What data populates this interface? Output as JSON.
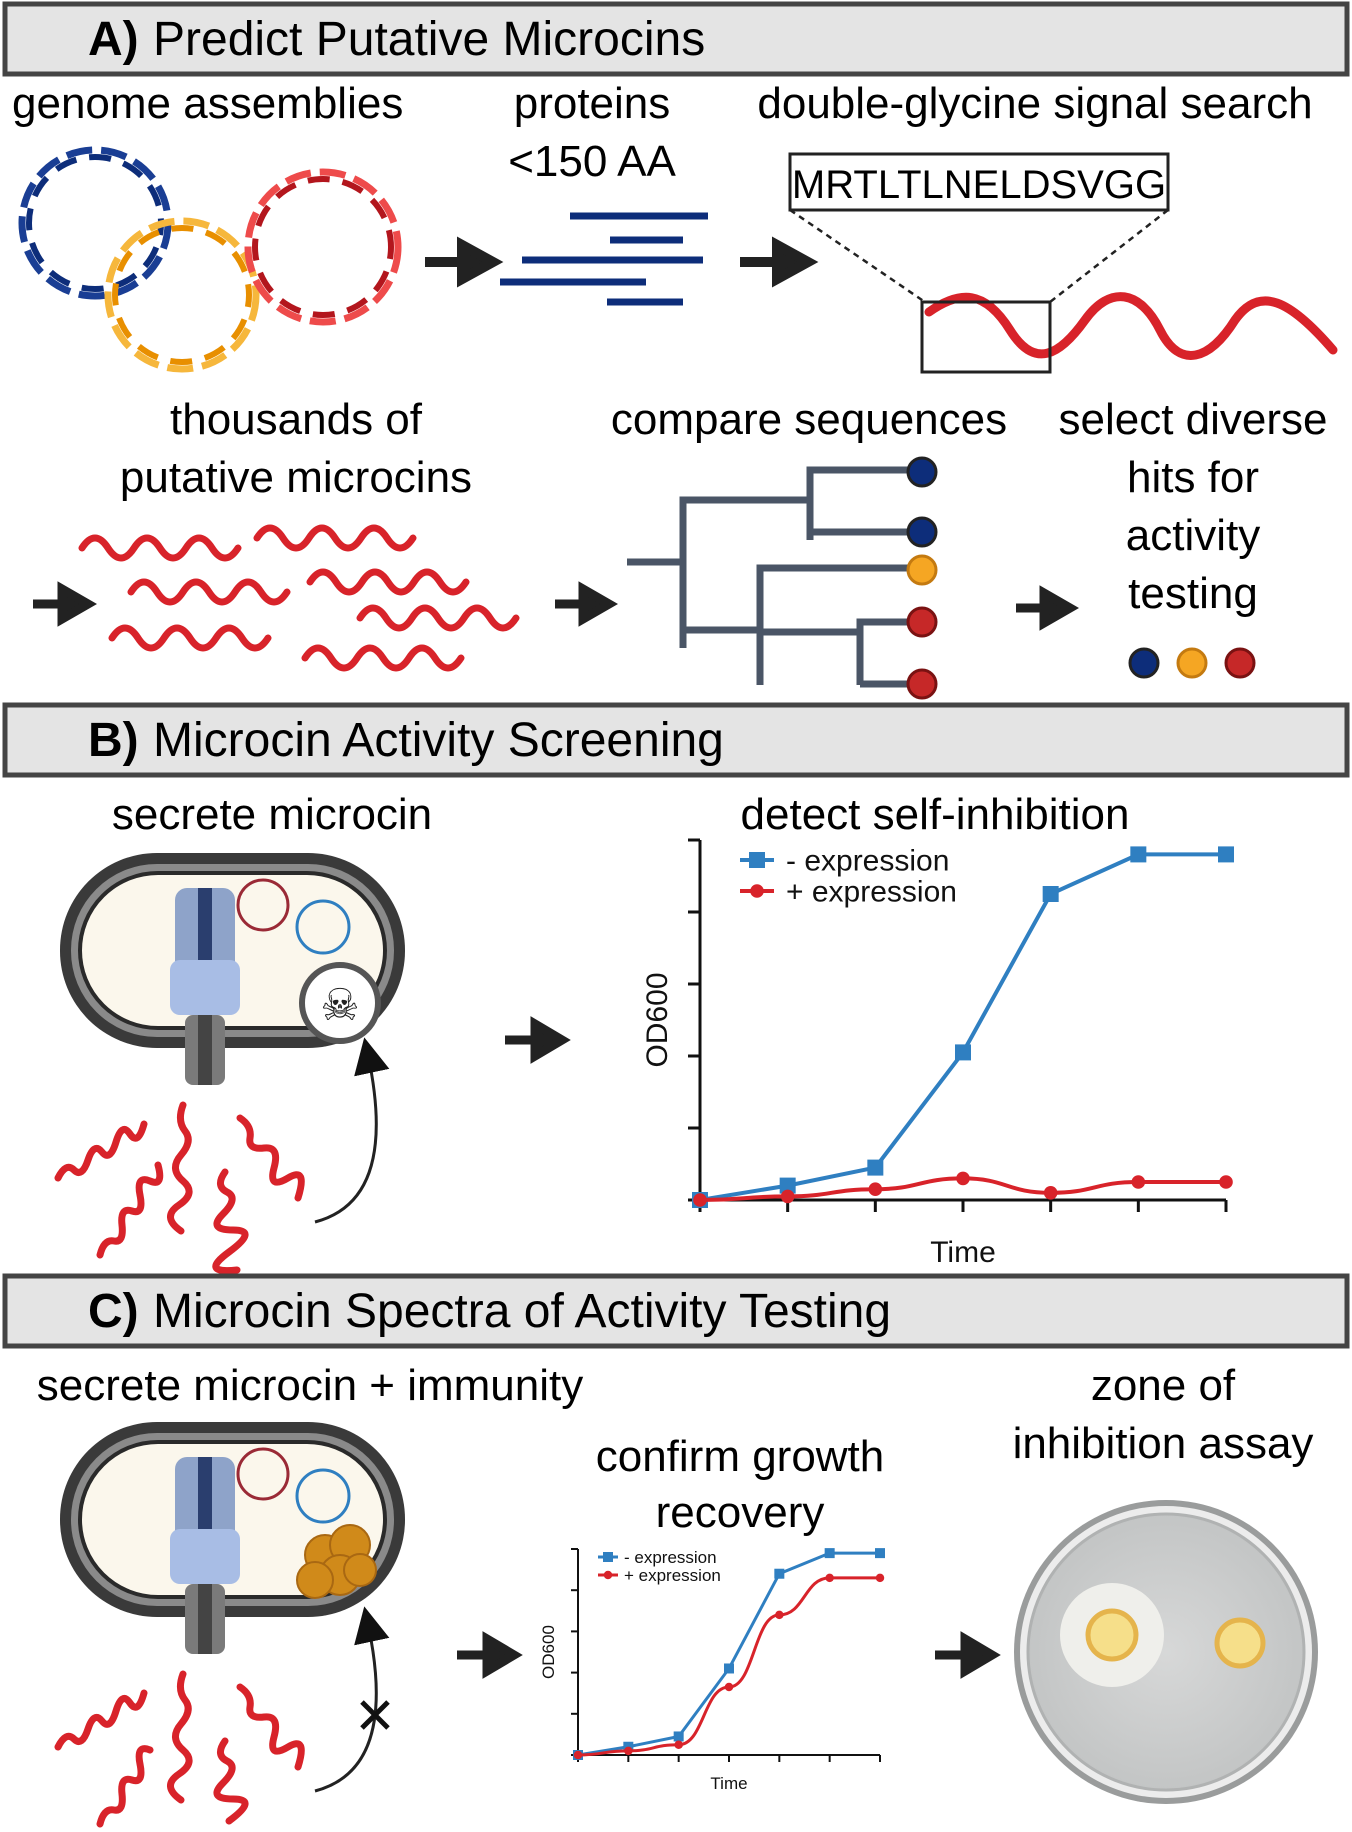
{
  "sectionA": {
    "letter": "A)",
    "title": "Predict Putative Microcins",
    "genome_label": "genome assemblies",
    "proteins_label_1": "proteins",
    "proteins_label_2": "<150 AA",
    "signal_label": "double-glycine signal search",
    "signal_sequence": "MRTLTLNELDSVGG",
    "thousands_label_1": "thousands of",
    "thousands_label_2": "putative microcins",
    "compare_label": "compare sequences",
    "select_label_1": "select diverse",
    "select_label_2": "hits for",
    "select_label_3": "activity",
    "select_label_4": "testing"
  },
  "sectionB": {
    "letter": "B)",
    "title": "Microcin Activity Screening",
    "secrete_label": "secrete microcin",
    "chart_title": "detect self-inhibition"
  },
  "sectionC": {
    "letter": "C)",
    "title": "Microcin Spectra of Activity Testing",
    "secrete_label": "secrete microcin + immunity",
    "confirm_label_1": "confirm growth",
    "confirm_label_2": "recovery",
    "zone_label_1": "zone of",
    "zone_label_2": "inhibition assay"
  },
  "colors": {
    "minus_expression": "#2f7fc1",
    "plus_expression": "#d8232a",
    "dark_blue": "#0d2d7a",
    "orange": "#f5a623",
    "red": "#c62828",
    "header_bg": "#e4e4e4"
  },
  "chart_data": [
    {
      "type": "line",
      "title": "detect self-inhibition",
      "xlabel": "Time",
      "ylabel": "OD600",
      "x": [
        0,
        1,
        2,
        3,
        4,
        5,
        6
      ],
      "series": [
        {
          "name": "- expression",
          "marker": "square",
          "color": "#2f7fc1",
          "values": [
            0.0,
            0.04,
            0.09,
            0.41,
            0.85,
            0.96,
            0.96
          ]
        },
        {
          "name": "+ expression",
          "marker": "circle",
          "color": "#d8232a",
          "values": [
            0.0,
            0.01,
            0.03,
            0.06,
            0.02,
            0.05,
            0.05
          ]
        }
      ],
      "xlim": [
        0,
        6
      ],
      "ylim": [
        0,
        1
      ],
      "legend": "top-left",
      "grid": false
    },
    {
      "type": "line",
      "title": "confirm growth recovery",
      "xlabel": "Time",
      "ylabel": "OD600",
      "x": [
        0,
        1,
        2,
        3,
        4,
        5,
        6
      ],
      "series": [
        {
          "name": "- expression",
          "marker": "square",
          "color": "#2f7fc1",
          "values": [
            0.0,
            0.04,
            0.09,
            0.42,
            0.88,
            0.98,
            0.98
          ]
        },
        {
          "name": "+ expression",
          "marker": "circle",
          "color": "#d8232a",
          "values": [
            0.0,
            0.02,
            0.05,
            0.33,
            0.68,
            0.86,
            0.86
          ]
        }
      ],
      "xlim": [
        0,
        6
      ],
      "ylim": [
        0,
        1
      ],
      "legend": "top-left",
      "grid": false
    }
  ]
}
